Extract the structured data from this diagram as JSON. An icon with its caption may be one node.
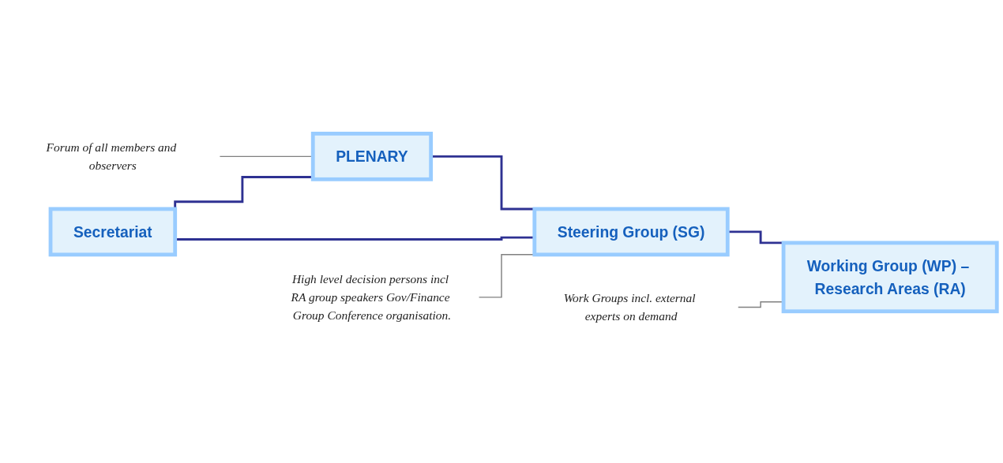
{
  "diagram": {
    "nodes": [
      {
        "text": [
          "Forum of all members and observers"
        ]
      },
      {
        "text": [
          "PLENARY"
        ]
      },
      {
        "text": [
          "Secretariat"
        ]
      },
      {
        "text": [
          "High level decision persons incl RA group speakers Gov/Finance Group Conference organisation."
        ]
      },
      {
        "text": [
          "Steering Group (SG)"
        ]
      },
      {
        "text": [
          "Work Groups incl. external experts on demand"
        ]
      },
      {
        "text": [
          "Working Group (WP) – Research Areas (RA)"
        ]
      }
    ],
    "edges": [
      {
        "from": 0,
        "to": 1,
        "arrow": "none",
        "color": "#808080"
      },
      {
        "from": 1,
        "to": 4,
        "arrow": "none"
      },
      {
        "from": 2,
        "to": 1,
        "arrow": "none"
      },
      {
        "from": 2,
        "to": 4,
        "arrow": "none"
      },
      {
        "from": 3,
        "to": 4,
        "arrow": "none",
        "color": "#808080"
      },
      {
        "from": 4,
        "to": 6,
        "arrow": "none"
      },
      {
        "from": 5,
        "to": 6,
        "arrow": "none",
        "color": "#808080"
      }
    ]
  }
}
